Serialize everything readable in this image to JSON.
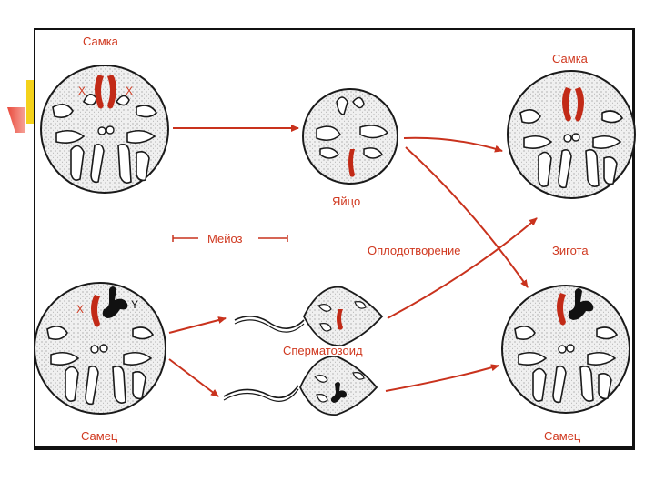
{
  "labels": {
    "female_parent": "Самка",
    "female_offspring": "Самка",
    "egg": "Яйцо",
    "meiosis": "Мейоз",
    "fertilization": "Оплодотворение",
    "zygote": "Зигота",
    "sperm": "Сперматозоид",
    "male_parent": "Самец",
    "male_offspring": "Самец"
  },
  "chromosome_labels": {
    "female_x_left": "X",
    "female_x_right": "X",
    "male_x": "X",
    "male_y": "Y"
  },
  "colors": {
    "label_red": "#d0381f",
    "arrow_red": "#c9321d",
    "x_chromosome": "#c22a17",
    "y_chromosome": "#111111",
    "cell_fill": "#ececec",
    "outline": "#1a1a1a"
  }
}
